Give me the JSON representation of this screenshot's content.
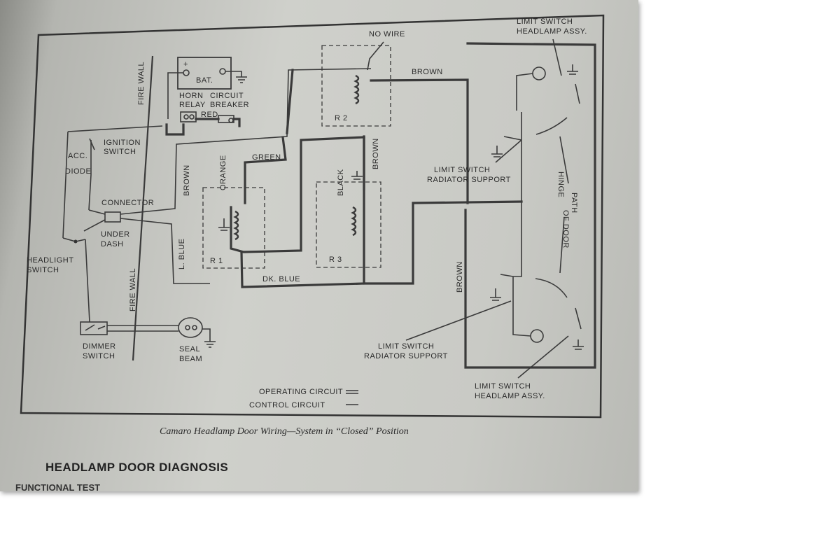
{
  "labels": {
    "no_wire": "NO WIRE",
    "limit_switch_headlamp_top_1": "LIMIT SWITCH",
    "limit_switch_headlamp_top_2": "HEADLAMP ASSY.",
    "bat": "BAT.",
    "horn_1": "HORN",
    "horn_2": "RELAY",
    "circuit_1": "CIRCUIT",
    "circuit_2": "BREAKER",
    "red": "RED",
    "fire_wall": "FIRE WALL",
    "brown": "BROWN",
    "ignition_1": "IGNITION",
    "ignition_2": "SWITCH",
    "acc": "ACC.",
    "diode": "DIODE",
    "green": "GREEN",
    "orange": "ORANGE",
    "r2": "R 2",
    "r1": "R 1",
    "r3": "R 3",
    "black": "BLACK",
    "limit_switch_radiator_1": "LIMIT SWITCH",
    "limit_switch_radiator_2": "RADIATOR SUPPORT",
    "path_1": "PATH",
    "path_2": "OF DOOR",
    "path_3": "HINGE",
    "connector": "CONNECTOR",
    "under_1": "UNDER",
    "under_2": "DASH",
    "headlight_1": "HEADLIGHT",
    "headlight_2": "SWITCH",
    "l_blue": "L. BLUE",
    "dk_blue": "DK. BLUE",
    "dimmer_1": "DIMMER",
    "dimmer_2": "SWITCH",
    "seal_1": "SEAL",
    "seal_2": "BEAM",
    "operating_circuit": "OPERATING CIRCUIT",
    "control_circuit": "CONTROL CIRCUIT",
    "limit_switch_headlamp_bottom_1": "LIMIT SWITCH",
    "limit_switch_headlamp_bottom_2": "HEADLAMP ASSY."
  },
  "caption": "Camaro Headlamp Door Wiring—System in “Closed” Position",
  "section_title": "HEADLAMP DOOR DIAGNOSIS",
  "subsection_title": "FUNCTIONAL TEST"
}
